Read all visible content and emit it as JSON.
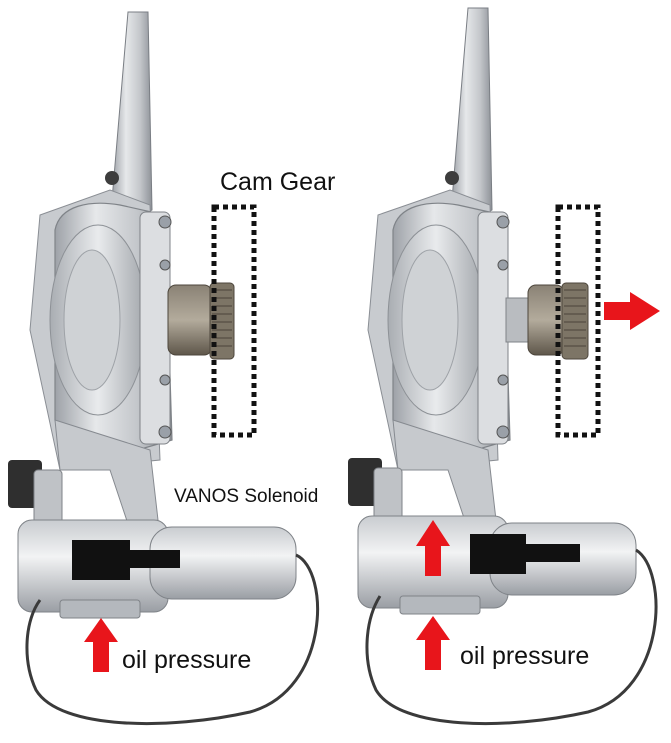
{
  "labels": {
    "cam_gear": "Cam Gear",
    "vanos_solenoid": "VANOS Solenoid",
    "oil_pressure_left": "oil pressure",
    "oil_pressure_right": "oil pressure"
  },
  "colors": {
    "arrow": "#e8151b",
    "metal_light": "#d8dadc",
    "metal_dark": "#8c9096",
    "gear": "#6e6558",
    "wire": "#3a3a3a",
    "plunger": "#111111"
  },
  "icons": {
    "pressure_arrow": "red-up-arrow",
    "movement_arrow": "red-right-arrow"
  }
}
